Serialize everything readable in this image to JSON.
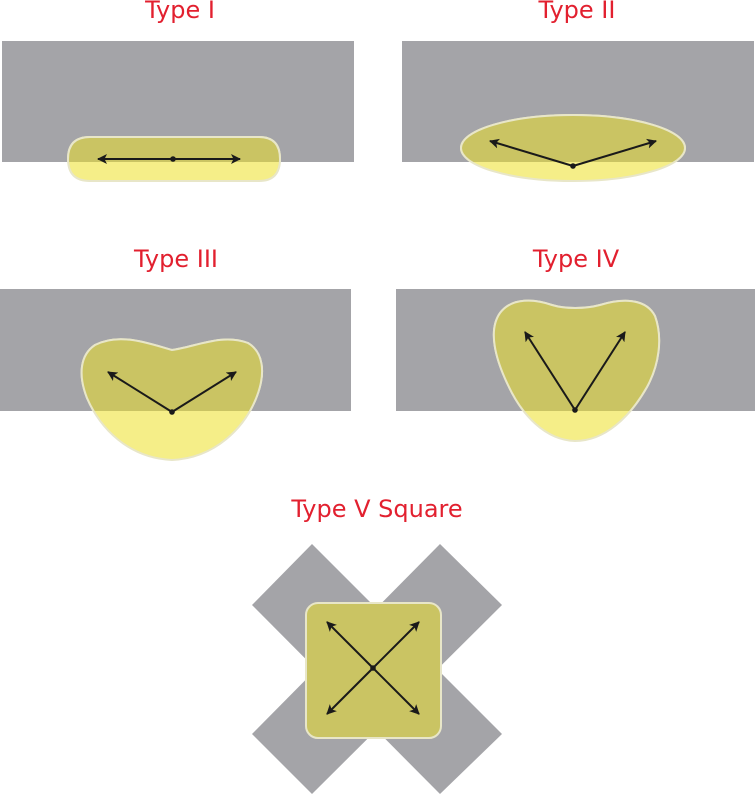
{
  "colors": {
    "title": "#e2202f",
    "road": "#a4a4a8",
    "light": "#f5ee88",
    "light_outline": "#e8e6c8",
    "overlap": "#cac463",
    "arrow": "#1a1a1a"
  },
  "icons": {
    "arrow_head": "arrow-head-icon",
    "light_source": "light-source-dot-icon"
  },
  "panels": {
    "type_1": {
      "title": "Type I"
    },
    "type_2": {
      "title": "Type II"
    },
    "type_3": {
      "title": "Type III"
    },
    "type_4": {
      "title": "Type IV"
    },
    "type_5": {
      "title": "Type V Square"
    }
  }
}
